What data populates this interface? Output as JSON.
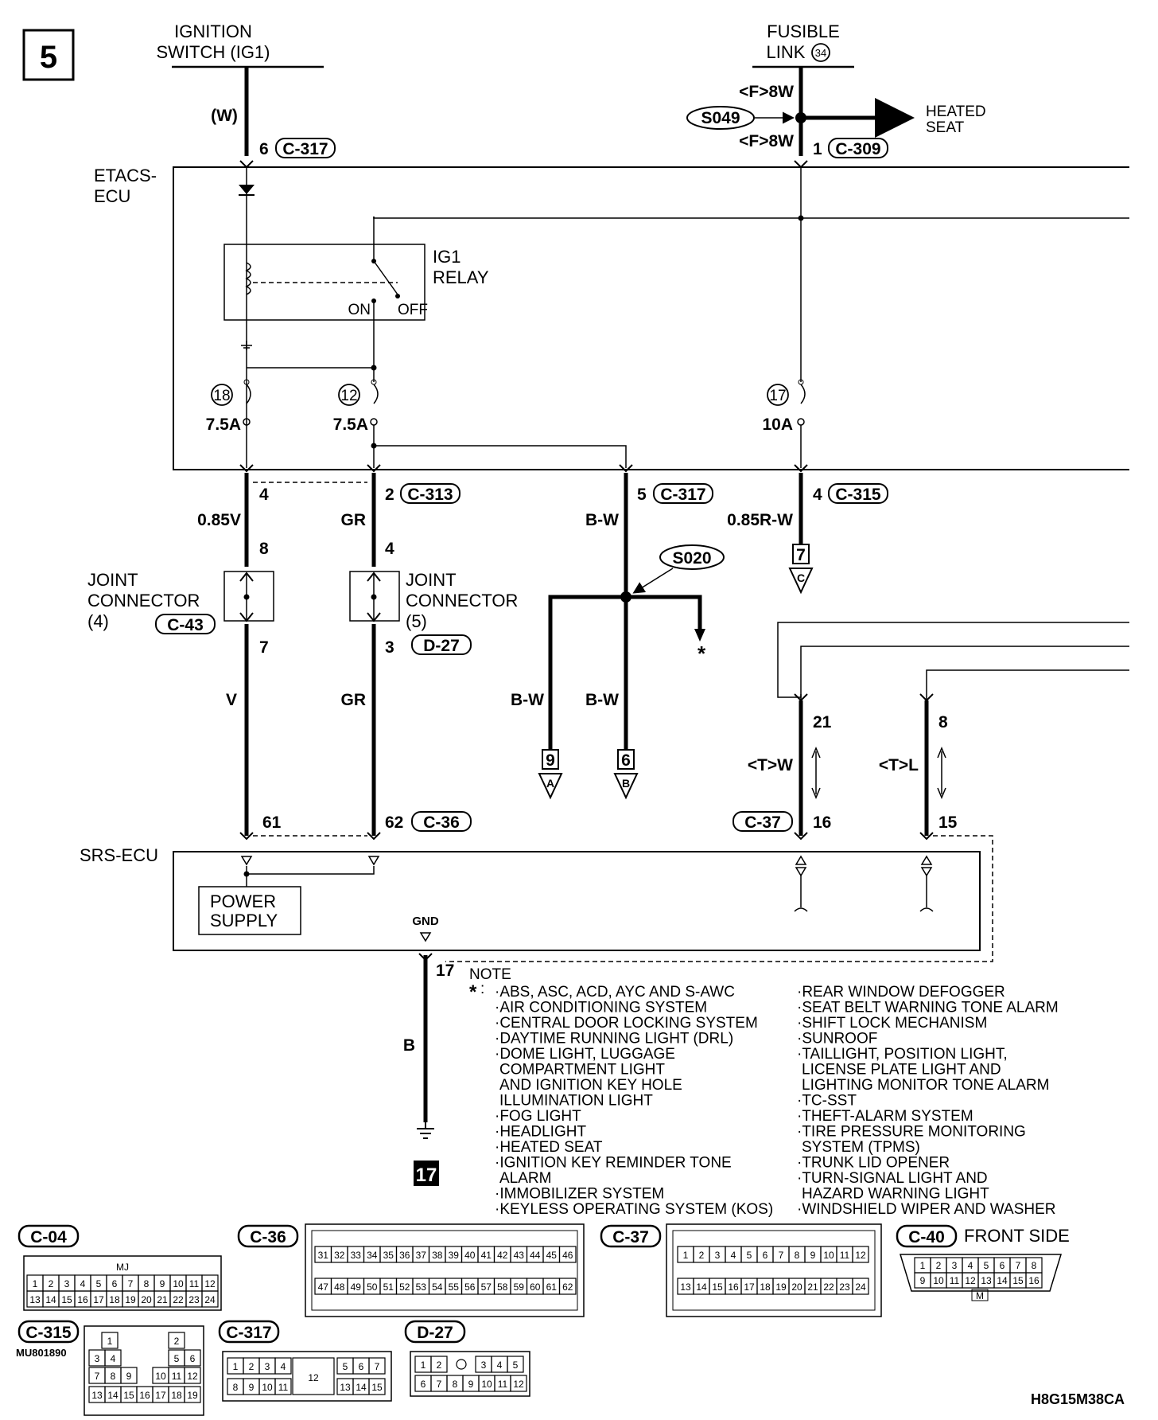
{
  "page_number": "5",
  "labels": {
    "ignition_switch": [
      "IGNITION",
      "SWITCH (IG1)"
    ],
    "fusible_link": [
      "FUSIBLE",
      "LINK"
    ],
    "fusible_link_no": "34",
    "etacs_ecu": [
      "ETACS-",
      "ECU"
    ],
    "ig1_relay": [
      "IG1",
      "RELAY"
    ],
    "relay_on": "ON",
    "relay_off": "OFF",
    "heated_seat": [
      "HEATED",
      "SEAT"
    ],
    "joint4": [
      "JOINT",
      "CONNECTOR",
      "(4)"
    ],
    "joint5": [
      "JOINT",
      "CONNECTOR",
      "(5)"
    ],
    "srs_ecu": "SRS-ECU",
    "power_supply": [
      "POWER",
      "SUPPLY"
    ],
    "gnd": "GND",
    "front_side": "FRONT SIDE",
    "part_no": "MU801890",
    "diagram_code": "H8G15M38CA",
    "star": "*"
  },
  "splices": {
    "s049": "S049",
    "s020": "S020"
  },
  "wires": {
    "w_paren": "(W)",
    "f8w_top": "<F>8W",
    "f8w_bottom": "<F>8W",
    "v085": "0.85V",
    "gr1": "GR",
    "bw1": "B-W",
    "r085": "0.85R-W",
    "v": "V",
    "gr2": "GR",
    "bw2": "B-W",
    "bw3": "B-W",
    "tw": "<T>W",
    "tl": "<T>L",
    "b": "B"
  },
  "pins": {
    "p6": "6",
    "p1": "1",
    "p4a": "4",
    "p2": "2",
    "p5": "5",
    "p4b": "4",
    "p8a": "8",
    "p4c": "4",
    "p7": "7",
    "p3": "3",
    "p61": "61",
    "p62": "62",
    "p16": "16",
    "p15": "15",
    "p21": "21",
    "p8b": "8",
    "p17": "17"
  },
  "connectors": {
    "c317a": "C-317",
    "c309": "C-309",
    "c313": "C-313",
    "c317b": "C-317",
    "c315": "C-315",
    "c43": "C-43",
    "d27": "D-27",
    "c36": "C-36",
    "c37": "C-37"
  },
  "fuses": {
    "f18": "18",
    "f18_rating": "7.5A",
    "f12": "12",
    "f12_rating": "7.5A",
    "f17": "17",
    "f17_rating": "10A"
  },
  "refs": {
    "ref7": "7",
    "refC": "C",
    "ref9": "9",
    "refA": "A",
    "ref6": "6",
    "refB": "B",
    "ground_no": "17"
  },
  "note": {
    "title": "NOTE",
    "left": [
      "·ABS, ASC, ACD, AYC AND S-AWC",
      "·AIR CONDITIONING SYSTEM",
      "·CENTRAL DOOR LOCKING SYSTEM",
      "·DAYTIME RUNNING LIGHT (DRL)",
      "·DOME LIGHT, LUGGAGE",
      "COMPARTMENT LIGHT",
      "AND IGNITION KEY HOLE",
      "ILLUMINATION LIGHT",
      "·FOG LIGHT",
      "·HEADLIGHT",
      "·HEATED SEAT",
      "·IGNITION KEY REMINDER TONE",
      "ALARM",
      "·IMMOBILIZER SYSTEM",
      "·KEYLESS OPERATING SYSTEM (KOS)"
    ],
    "right": [
      "·REAR WINDOW DEFOGGER",
      "·SEAT BELT WARNING TONE ALARM",
      "·SHIFT LOCK MECHANISM",
      "·SUNROOF",
      "·TAILLIGHT, POSITION LIGHT,",
      "LICENSE PLATE LIGHT AND",
      "LIGHTING MONITOR TONE ALARM",
      "·TC-SST",
      "·THEFT-ALARM SYSTEM",
      "·TIRE PRESSURE MONITORING",
      "SYSTEM (TPMS)",
      "·TRUNK LID OPENER",
      "·TURN-SIGNAL LIGHT AND",
      "HAZARD WARNING LIGHT",
      "·WINDSHIELD WIPER AND WASHER"
    ]
  },
  "connector_views": {
    "c04": {
      "label": "C-04",
      "mark": "MJ",
      "rows": [
        [
          "1",
          "2",
          "3",
          "4",
          "5",
          "6",
          "7",
          "8",
          "9",
          "10",
          "11",
          "12"
        ],
        [
          "13",
          "14",
          "15",
          "16",
          "17",
          "18",
          "19",
          "20",
          "21",
          "22",
          "23",
          "24"
        ]
      ]
    },
    "c36": {
      "label": "C-36",
      "rows": [
        [
          "31",
          "32",
          "33",
          "34",
          "35",
          "36",
          "37",
          "38",
          "39",
          "40",
          "41",
          "42",
          "43",
          "44",
          "45",
          "46"
        ],
        [
          "47",
          "48",
          "49",
          "50",
          "51",
          "52",
          "53",
          "54",
          "55",
          "56",
          "57",
          "58",
          "59",
          "60",
          "61",
          "62"
        ]
      ]
    },
    "c37": {
      "label": "C-37",
      "rows": [
        [
          "1",
          "2",
          "3",
          "4",
          "5",
          "6",
          "7",
          "8",
          "9",
          "10",
          "11",
          "12"
        ],
        [
          "13",
          "14",
          "15",
          "16",
          "17",
          "18",
          "19",
          "20",
          "21",
          "22",
          "23",
          "24"
        ]
      ]
    },
    "c40": {
      "label": "C-40",
      "mark": "M",
      "rows": [
        [
          "1",
          "2",
          "3",
          "4",
          "5",
          "6",
          "7",
          "8"
        ],
        [
          "9",
          "10",
          "11",
          "12",
          "13",
          "14",
          "15",
          "16"
        ]
      ]
    },
    "c315": {
      "label": "C-315",
      "rows": [
        [
          "1",
          "2"
        ],
        [
          "3",
          "4",
          "5",
          "6"
        ],
        [
          "7",
          "8",
          "9",
          "10",
          "11",
          "12"
        ],
        [
          "13",
          "14",
          "15",
          "16",
          "17",
          "18",
          "19"
        ]
      ]
    },
    "c317": {
      "label": "C-317",
      "rows": [
        [
          "1",
          "2",
          "3",
          "4",
          "5",
          "6",
          "7"
        ],
        [
          "8",
          "9",
          "10",
          "11",
          "12",
          "13",
          "14",
          "15"
        ]
      ]
    },
    "d27": {
      "label": "D-27",
      "rows": [
        [
          "1",
          "2",
          "3",
          "4",
          "5"
        ],
        [
          "6",
          "7",
          "8",
          "9",
          "10",
          "11",
          "12"
        ]
      ]
    }
  }
}
